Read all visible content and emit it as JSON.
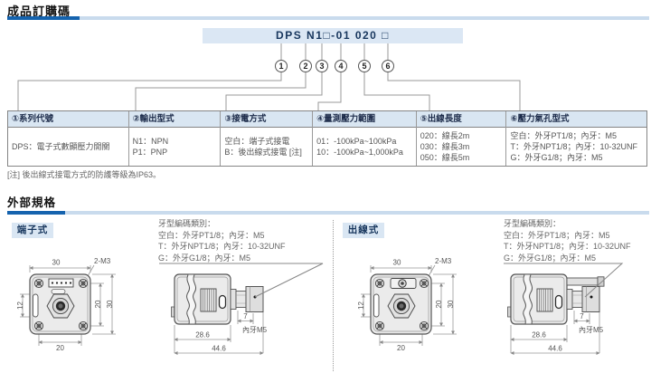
{
  "section1": {
    "title": "成品訂購碼",
    "code_banner": "DPS N1□-01 020 □",
    "circles": [
      "1",
      "2",
      "3",
      "4",
      "5",
      "6"
    ],
    "note": "[注] 後出線式接電方式的防護等級為IP63。",
    "table": {
      "columns": [
        {
          "header": "①系列代號",
          "lines": [
            "DPS：電子式數顯壓力開關"
          ]
        },
        {
          "header": "②輸出型式",
          "lines": [
            "N1：NPN",
            "P1：PNP"
          ]
        },
        {
          "header": "③接電方式",
          "lines": [
            "空白：端子式接電",
            "B：後出線式接電 [注]"
          ]
        },
        {
          "header": "④量測壓力範圍",
          "lines": [
            "01：-100kPa~100kPa",
            "10：-100kPa~1,000kPa"
          ]
        },
        {
          "header": "⑤出線長度",
          "lines": [
            "020：線長2m",
            "030：線長3m",
            "050：線長5m"
          ]
        },
        {
          "header": "⑥壓力氣孔型式",
          "lines": [
            "空白：外牙PT1/8；內牙：M5",
            "T：外牙NPT1/8；內牙：10-32UNF",
            "G：外牙G1/8；內牙：M5"
          ]
        }
      ]
    }
  },
  "section2": {
    "title": "外部規格",
    "terminal_label": "端子式",
    "wire_label": "出線式",
    "thread_note": {
      "title": "牙型編碼類別：",
      "line1": "空白：外牙PT1/8；內牙：M5",
      "line2": "T：外牙NPT1/8；內牙：10-32UNF",
      "line3": "G：外牙G1/8；內牙：M5"
    },
    "dims": {
      "width": "30",
      "screw": "2-M3",
      "slot": "12",
      "pitch_v": "20",
      "height": "30",
      "pitch_h": "20",
      "body_depth": "28.6",
      "total_depth": "44.6",
      "thread_len": "7",
      "port_label": "內牙M5"
    },
    "colors": {
      "accent_dark": "#1563ae",
      "accent_light": "#c9dbed",
      "panel_blue": "#d9e6f2"
    }
  }
}
